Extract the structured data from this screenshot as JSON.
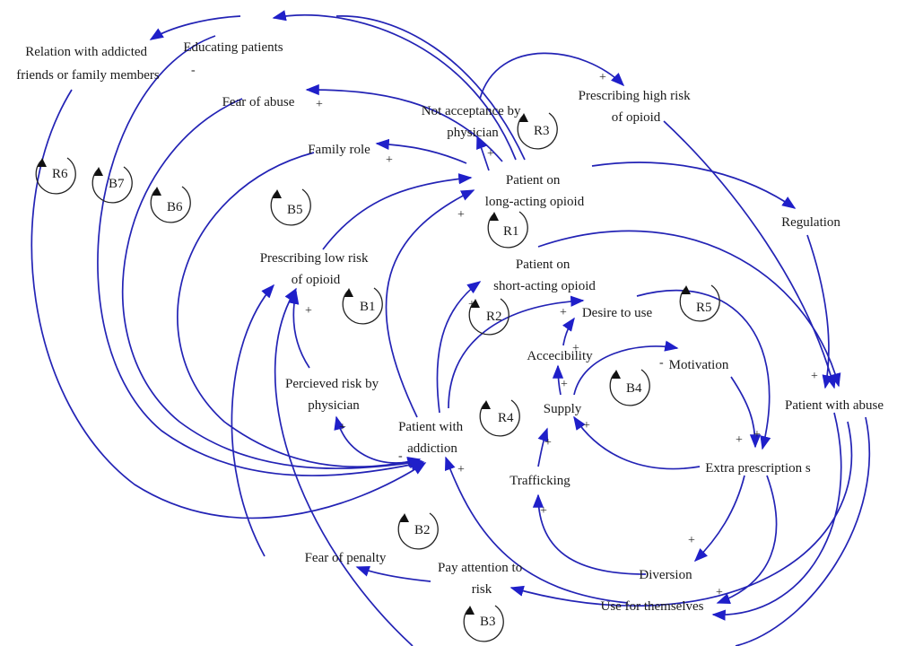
{
  "colors": {
    "link": "#2323b5",
    "text": "#1a1a1a",
    "loop": "#222222"
  },
  "nodes": {
    "relation": [
      "Relation with addicted",
      "friends or family members"
    ],
    "educating": [
      "Educating patients"
    ],
    "fear_abuse": [
      "Fear of abuse"
    ],
    "family_role": [
      "Family role"
    ],
    "not_accept": [
      "Not acceptance by",
      "physician"
    ],
    "high_risk": [
      "Prescribing high risk",
      "of opioid"
    ],
    "long_acting": [
      "Patient on",
      "long-acting opioid"
    ],
    "regulation": [
      "Regulation"
    ],
    "low_risk": [
      "Prescribing low risk",
      "of opioid"
    ],
    "short_acting": [
      "Patient on",
      "short-acting opioid"
    ],
    "desire": [
      "Desire to use"
    ],
    "accessibility": [
      "Accecibility"
    ],
    "motivation": [
      "Motivation"
    ],
    "perceived": [
      "Percieved risk by",
      "physician"
    ],
    "addiction": [
      "Patient with",
      "addiction"
    ],
    "supply": [
      "Supply"
    ],
    "abuse": [
      "Patient with abuse"
    ],
    "extra": [
      "Extra prescription s"
    ],
    "trafficking": [
      "Trafficking"
    ],
    "fear_penalty": [
      "Fear of penalty"
    ],
    "pay_attention": [
      "Pay attention to",
      "risk"
    ],
    "diversion": [
      "Diversion"
    ],
    "themselves": [
      "Use for themselves"
    ]
  },
  "loops": [
    "R6",
    "B7",
    "B6",
    "B5",
    "R3",
    "R1",
    "B1",
    "R2",
    "R5",
    "R4",
    "B4",
    "B2",
    "B3"
  ],
  "polarity": {
    "plus": "+",
    "minus": "-"
  }
}
